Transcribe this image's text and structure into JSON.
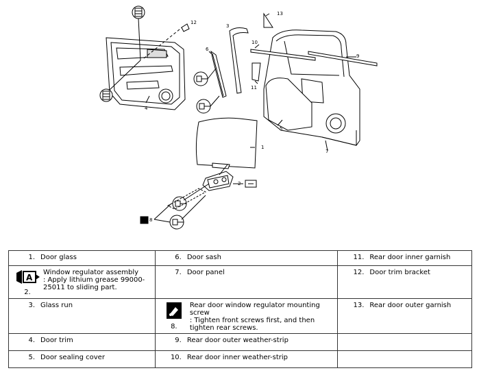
{
  "diagram": {
    "callouts": [
      "1",
      "2",
      "3",
      "4",
      "5",
      "6",
      "7",
      "8",
      "9",
      "10",
      "11",
      "12",
      "13"
    ]
  },
  "legend": {
    "rows": [
      [
        {
          "num": "1.",
          "text": "Door glass"
        },
        {
          "num": "6.",
          "text": "Door sash"
        },
        {
          "num": "11.",
          "text": "Rear door inner garnish"
        }
      ],
      [
        {
          "num": "2.",
          "text": "Window regulator assembly\n: Apply lithium grease 99000-25011 to sliding part.",
          "icon": "grease-icon"
        },
        {
          "num": "7.",
          "text": "Door panel"
        },
        {
          "num": "12.",
          "text": "Door trim bracket"
        }
      ],
      [
        {
          "num": "3.",
          "text": "Glass run"
        },
        {
          "num": "8.",
          "text": "Rear door window regulator mounting screw\n: Tighten front screws first, and then tighten rear screws.",
          "icon": "tighten-icon"
        },
        {
          "num": "13.",
          "text": "Rear door outer garnish"
        }
      ],
      [
        {
          "num": "4.",
          "text": "Door trim"
        },
        {
          "num": "9.",
          "text": "Rear door outer weather-strip"
        },
        {
          "num": "",
          "text": ""
        }
      ],
      [
        {
          "num": "5.",
          "text": "Door sealing cover"
        },
        {
          "num": "10.",
          "text": "Rear door inner weather-strip"
        },
        {
          "num": "",
          "text": ""
        }
      ]
    ]
  }
}
